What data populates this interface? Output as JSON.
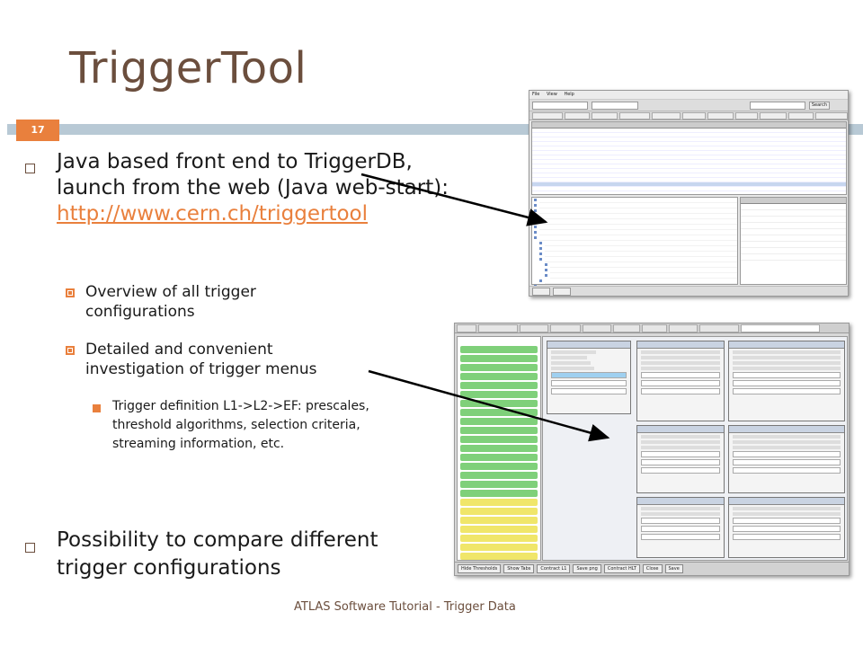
{
  "slide": {
    "title": "TriggerTool",
    "number": "17",
    "footer": "ATLAS Software Tutorial - Trigger Data",
    "accent_color": "#e9803d",
    "title_color": "#6b4e3d"
  },
  "bullets": {
    "b1_text": "Java based front end to TriggerDB,  launch from the web (Java web-start):",
    "b1_link": "http://www.cern.ch/triggertool",
    "sub1": "Overview of all trigger configurations",
    "sub2": "Detailed and convenient investigation of trigger menus",
    "subsub1": "Trigger definition L1->L2->EF: prescales, threshold algorithms, selection criteria, streaming information, etc.",
    "b2_text": "Possibility to compare different trigger configurations"
  },
  "shot1": {
    "menu": [
      "File",
      "View",
      "Help"
    ],
    "search_label": "Search"
  },
  "shot2": {
    "bottom_buttons": [
      "Hide Thresholds",
      "Show Tabs",
      "Contract L1",
      "Save png",
      "Contract HLT",
      "Close",
      "Save"
    ]
  }
}
